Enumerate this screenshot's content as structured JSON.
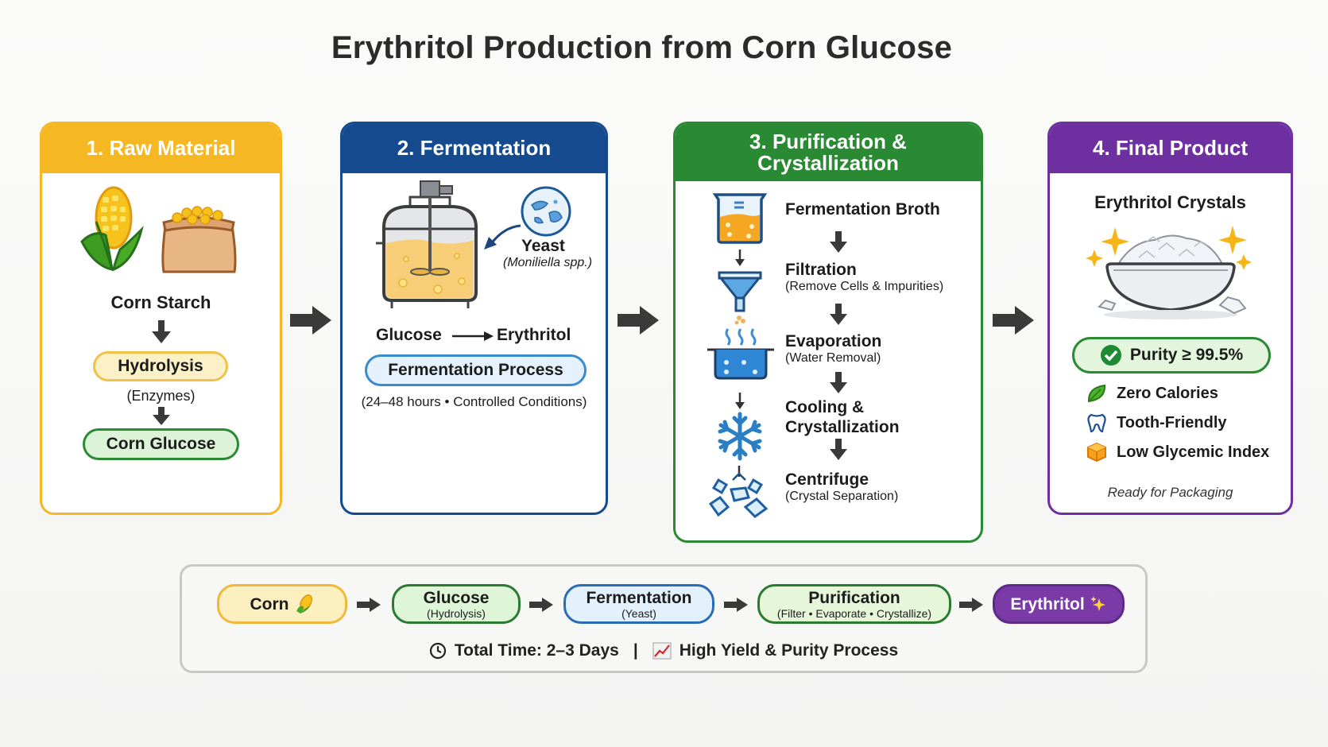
{
  "title": "Erythritol Production from Corn Glucose",
  "colors": {
    "raw_material": "#f5b823",
    "fermentation": "#154a8f",
    "purification": "#2a8a33",
    "final_product": "#6e2fa0"
  },
  "stages": [
    {
      "header": "1. Raw Material",
      "icons": [
        "corn-icon",
        "grain-sack-icon"
      ],
      "items": {
        "source": "Corn Starch",
        "step": "Hydrolysis",
        "step_note": "(Enzymes)",
        "result": "Corn Glucose"
      }
    },
    {
      "header": "2. Fermentation",
      "icons": [
        "fermenter-tank-icon",
        "yeast-icon"
      ],
      "items": {
        "organism": "Yeast",
        "organism_species": "(Moniliella spp.)",
        "input": "Glucose",
        "output": "Erythritol",
        "process": "Fermentation Process",
        "note": "(24–48 hours • Controlled Conditions)"
      }
    },
    {
      "header_line1": "3. Purification &",
      "header_line2": "Crystallization",
      "steps": [
        {
          "icon": "beaker-icon",
          "title": "Fermentation Broth",
          "note": ""
        },
        {
          "icon": "funnel-icon",
          "title": "Filtration",
          "note": "(Remove Cells & Impurities)"
        },
        {
          "icon": "evaporator-icon",
          "title": "Evaporation",
          "note": "(Water Removal)"
        },
        {
          "icon": "snowflake-icon",
          "title_line1": "Cooling &",
          "title_line2": "Crystallization",
          "note": ""
        },
        {
          "icon": "crystals-icon",
          "title": "Centrifuge",
          "note": "(Crystal Separation)"
        }
      ]
    },
    {
      "header": "4. Final Product",
      "product": "Erythritol Crystals",
      "purity": "Purity ≥ 99.5%",
      "features": [
        {
          "icon": "leaf-icon",
          "label": "Zero Calories"
        },
        {
          "icon": "tooth-icon",
          "label": "Tooth-Friendly"
        },
        {
          "icon": "cube-icon",
          "label": "Low Glycemic Index"
        }
      ],
      "footer": "Ready for Packaging"
    }
  ],
  "summary": {
    "flow": [
      {
        "label": "Corn",
        "sub": "",
        "icon": "corn-icon"
      },
      {
        "label": "Glucose",
        "sub": "(Hydrolysis)"
      },
      {
        "label": "Fermentation",
        "sub": "(Yeast)"
      },
      {
        "label": "Purification",
        "sub": "(Filter • Evaporate • Crystallize)"
      },
      {
        "label": "Erythritol",
        "sub": "",
        "icon": "sparkles-icon"
      }
    ],
    "total_time": "Total Time: 2–3 Days",
    "separator": "|",
    "yield_note": "High Yield & Purity Process"
  }
}
